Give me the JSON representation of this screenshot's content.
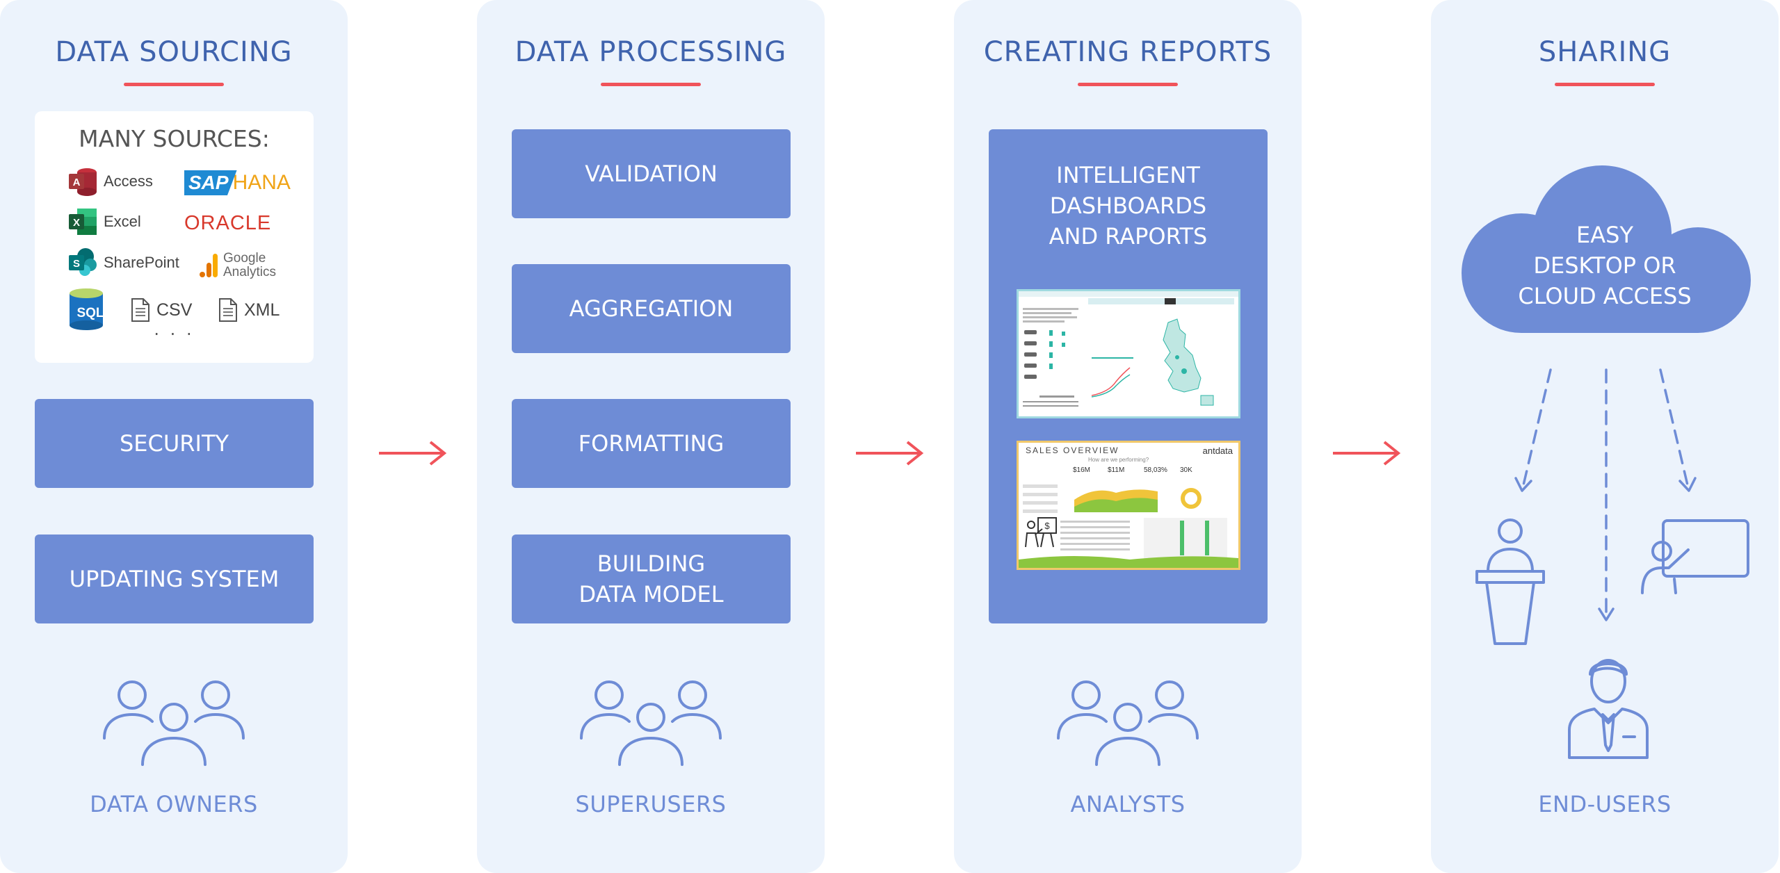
{
  "colors": {
    "accent": "#6e8cd6",
    "title": "#3f63ad",
    "underline": "#f0535a",
    "panel": "#ecf3fc"
  },
  "col1": {
    "title": "DATA SOURCING",
    "sources_title": "MANY SOURCES:",
    "sources": {
      "access": "Access",
      "sap_a": "SAP",
      "sap_b": "HANA",
      "excel": "Excel",
      "oracle": "ORACLE",
      "sharepoint": "SharePoint",
      "ga_a": "Google",
      "ga_b": "Analytics",
      "sql": "SQL",
      "csv": "CSV",
      "xml": "XML",
      "more": ". . ."
    },
    "box1": "SECURITY",
    "box2": "UPDATING SYSTEM",
    "role": "DATA OWNERS"
  },
  "col2": {
    "title": "DATA PROCESSING",
    "box1": "VALIDATION",
    "box2": "AGGREGATION",
    "box3": "FORMATTING",
    "box4": "BUILDING\nDATA MODEL",
    "role": "SUPERUSERS"
  },
  "col3": {
    "title": "CREATING REPORTS",
    "box_text": "INTELLIGENT\nDASHBOARDS\nAND RAPORTS",
    "thumb2_title": "SALES OVERVIEW",
    "thumb2_sub": "How are we performing?",
    "thumb2_logo": "antdata",
    "thumb2_kpis": [
      "$16M",
      "$11M",
      "58,03%",
      "30K"
    ],
    "role": "ANALYSTS"
  },
  "col4": {
    "title": "SHARING",
    "cloud_text": "EASY\nDESKTOP OR\nCLOUD ACCESS",
    "role": "END-USERS"
  }
}
